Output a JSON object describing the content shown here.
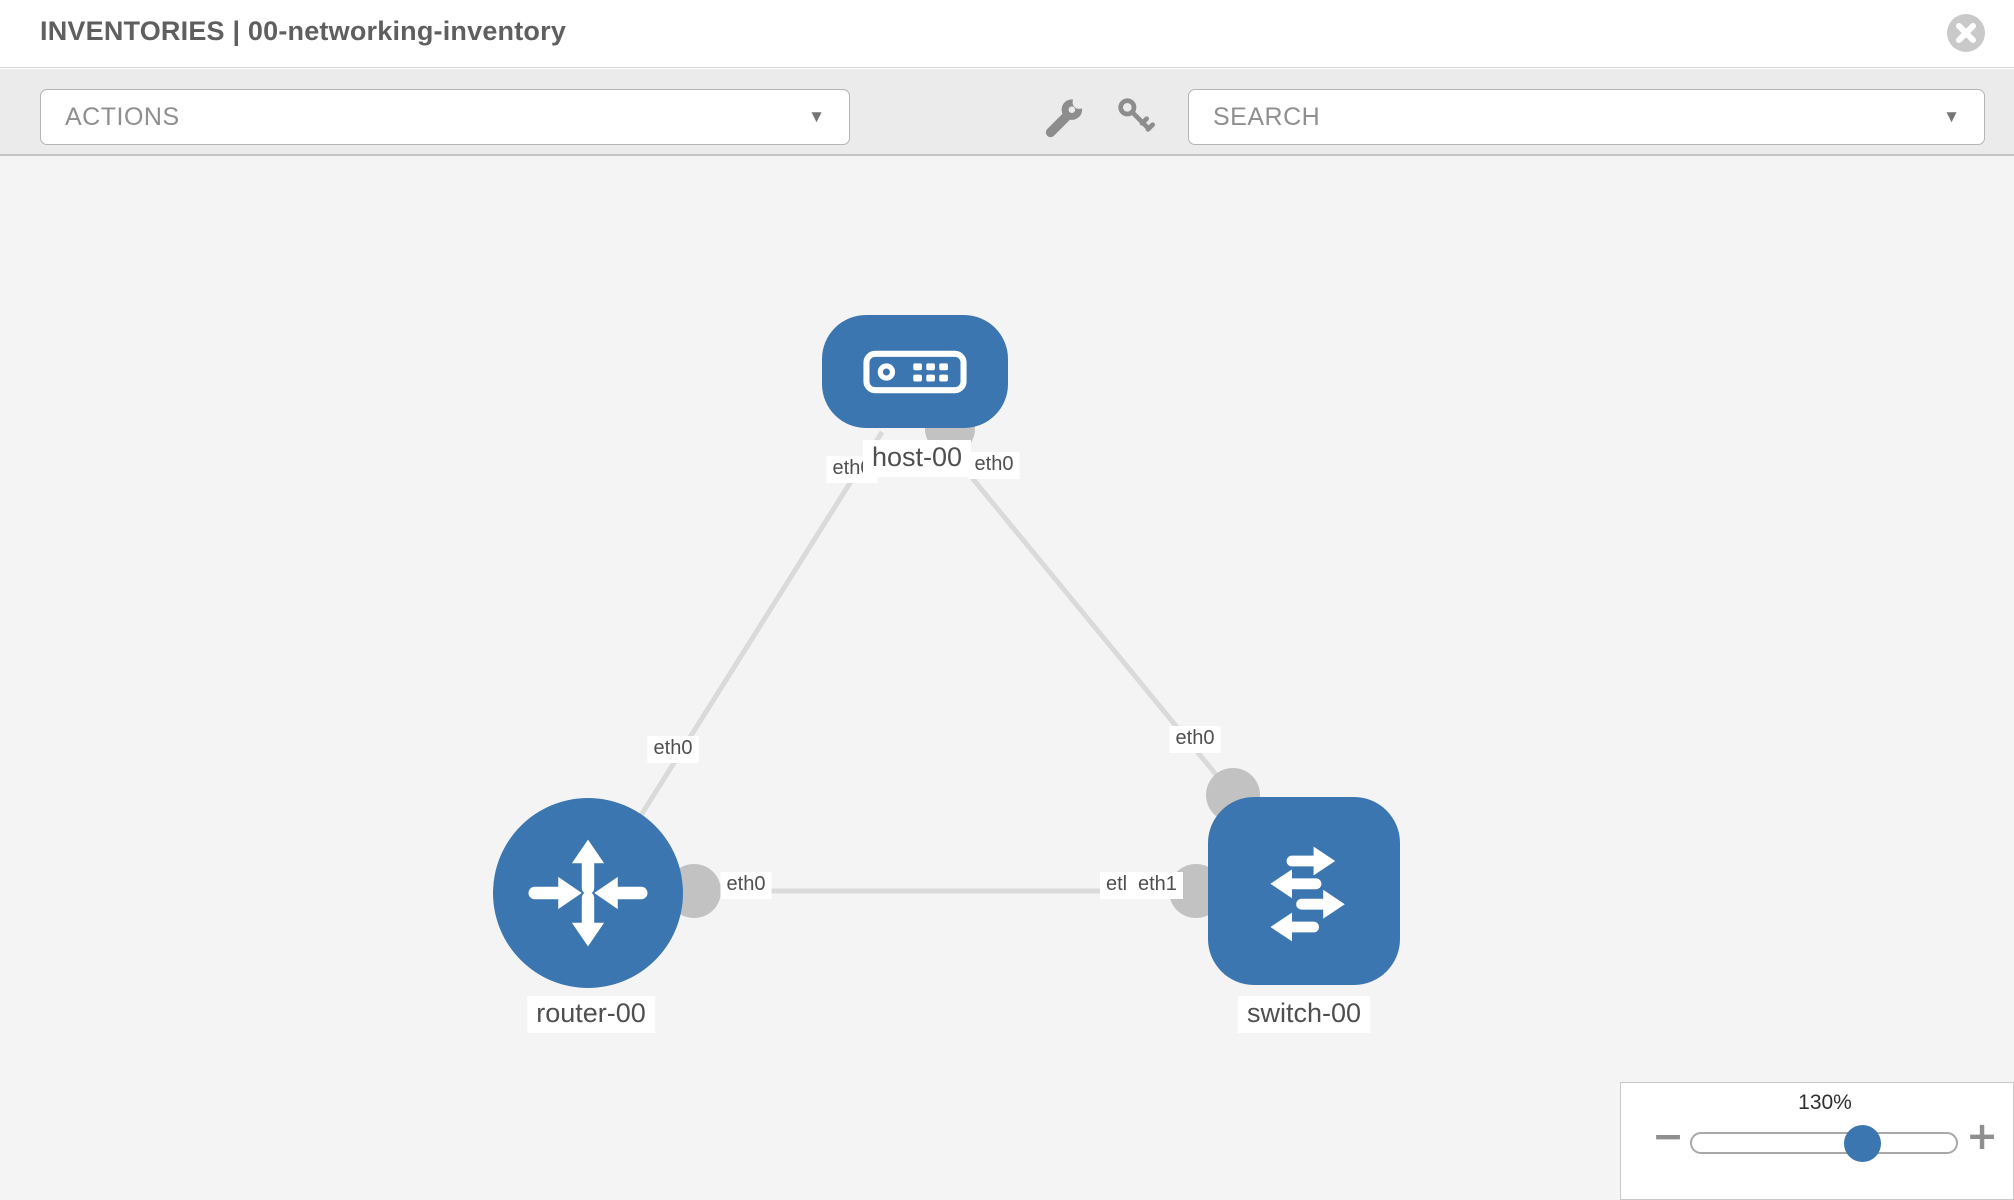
{
  "header": {
    "title": "INVENTORIES | 00-networking-inventory"
  },
  "toolbar": {
    "actions_label": "ACTIONS",
    "search_label": "SEARCH",
    "caret": "▼",
    "tool_icons": [
      "wrench-icon",
      "key-icon"
    ]
  },
  "topology": {
    "nodes": [
      {
        "id": "host-00",
        "type": "host",
        "label": "host-00",
        "icon": "server-icon"
      },
      {
        "id": "router-00",
        "type": "router",
        "label": "router-00",
        "icon": "router-arrows-icon"
      },
      {
        "id": "switch-00",
        "type": "switch",
        "label": "switch-00",
        "icon": "switch-arrows-icon"
      }
    ],
    "links": [
      {
        "id": "host-router",
        "from": "host-00",
        "to": "router-00"
      },
      {
        "id": "host-switch",
        "from": "host-00",
        "to": "switch-00"
      },
      {
        "id": "router-switch",
        "from": "router-00",
        "to": "switch-00"
      }
    ],
    "ports": {
      "host_to_router": "eth0",
      "router_to_host": "eth0",
      "host_to_switch": "eth0",
      "switch_to_host": "eth0",
      "router_to_switch": "eth0",
      "switch_to_router_fragment": "etl",
      "switch_to_router": "eth1"
    }
  },
  "zoom": {
    "level": "130%",
    "minus": "−",
    "plus": "+"
  },
  "colors": {
    "node_blue": "#3c76b0",
    "link_gray": "#dadada",
    "connector_gray": "#c2c2c2",
    "canvas_bg": "#f4f4f4",
    "toolbar_bg": "#ebebeb"
  }
}
